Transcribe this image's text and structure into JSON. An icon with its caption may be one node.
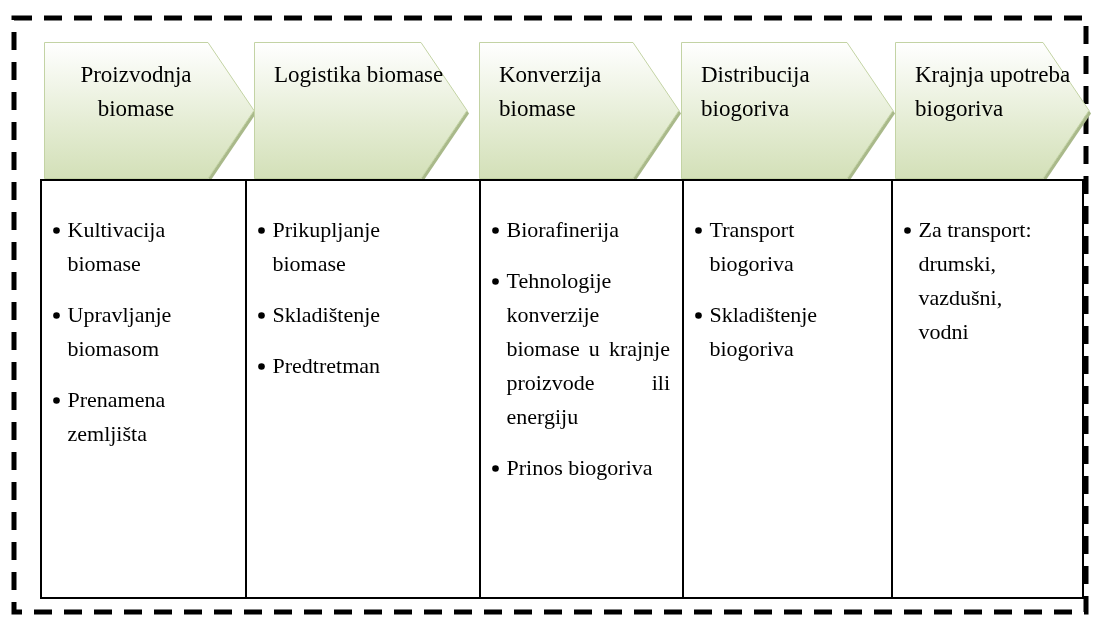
{
  "diagram": {
    "nodes": [
      {
        "text": [
          "Proizvodnja biomase"
        ]
      },
      {
        "text": [
          "Logistika biomase"
        ]
      },
      {
        "text": [
          "Konverzija biomase"
        ]
      },
      {
        "text": [
          "Distribucija biogoriva"
        ]
      },
      {
        "text": [
          "Krajnja upotreba biogoriva"
        ]
      },
      {
        "text": [
          "Kultivacija biomase",
          "Upravljanje biomasom",
          "Prenamena zemljišta"
        ]
      },
      {
        "text": [
          "Prikupljanje biomase",
          "Skladištenje",
          "Predtretman"
        ]
      },
      {
        "text": [
          "Biorafinerija",
          "Tehnologije konverzije biomase u krajnje proizvode ili energiju",
          "Prinos biogoriva"
        ]
      },
      {
        "text": [
          "Transport biogoriva",
          "Skladištenje biogoriva"
        ]
      },
      {
        "text": [
          "Za transport: drumski, vazdušni, vodni"
        ]
      }
    ]
  }
}
